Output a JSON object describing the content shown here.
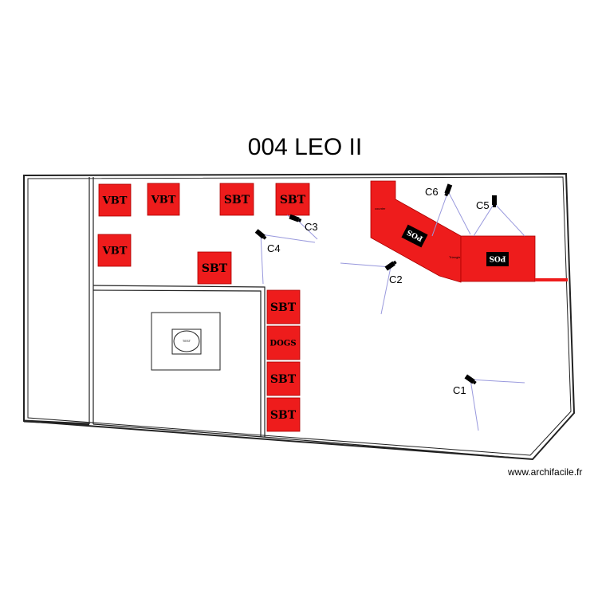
{
  "title": "004 LEO II",
  "watermark": "www.archifacile.fr",
  "colors": {
    "fixture_red": "#ee1c1c",
    "wall": "#222222",
    "view_line": "#9999dd"
  },
  "fixtures": [
    {
      "id": "vbt-1",
      "label": "VBT"
    },
    {
      "id": "vbt-2",
      "label": "VBT"
    },
    {
      "id": "sbt-1",
      "label": "SBT"
    },
    {
      "id": "sbt-2",
      "label": "SBT"
    },
    {
      "id": "vbt-3",
      "label": "VBT"
    },
    {
      "id": "sbt-3",
      "label": "SBT"
    },
    {
      "id": "sbt-4",
      "label": "SBT"
    },
    {
      "id": "dogs",
      "label": "DOGS"
    },
    {
      "id": "sbt-5",
      "label": "SBT"
    },
    {
      "id": "sbt-6",
      "label": "SBT"
    }
  ],
  "counter": {
    "pos_left": "POS",
    "pos_right": "POS",
    "note_left": "counter",
    "note_mid": "Triangle"
  },
  "table": {
    "label": "TEST"
  },
  "cameras": [
    {
      "id": "C1",
      "label": "C1"
    },
    {
      "id": "C2",
      "label": "C2"
    },
    {
      "id": "C3",
      "label": "C3"
    },
    {
      "id": "C4",
      "label": "C4"
    },
    {
      "id": "C5",
      "label": "C5"
    },
    {
      "id": "C6",
      "label": "C6"
    }
  ]
}
